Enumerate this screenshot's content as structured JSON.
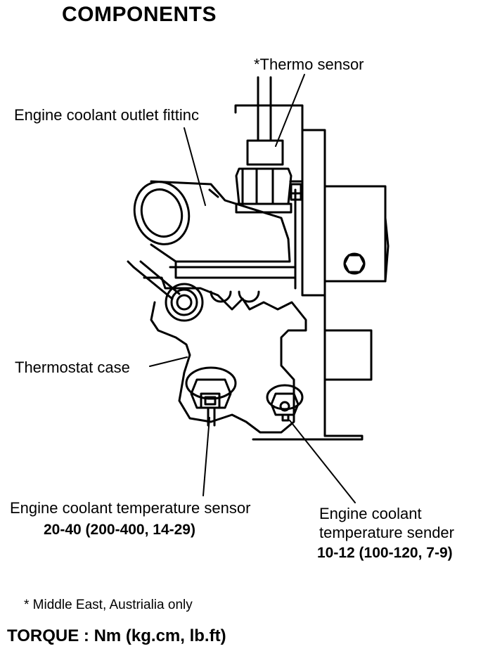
{
  "title": "COMPONENTS",
  "labels": {
    "thermo_sensor": "*Thermo  sensor",
    "outlet_fitting": "Engine coolant outlet fittinc",
    "thermostat_case": "Thermostat case",
    "ect_sensor": "Engine coolant temperature sensor",
    "ect_sensor_torque": "20-40 (200-400, 14-29)",
    "ect_sender_line1": "Engine coolant",
    "ect_sender_line2": "temperature sender",
    "ect_sender_torque": "10-12 (100-120, 7-9)"
  },
  "footnote": "* Middle East, Austrialia only",
  "torque_legend": "TORQUE : Nm (kg.cm, lb.ft)"
}
